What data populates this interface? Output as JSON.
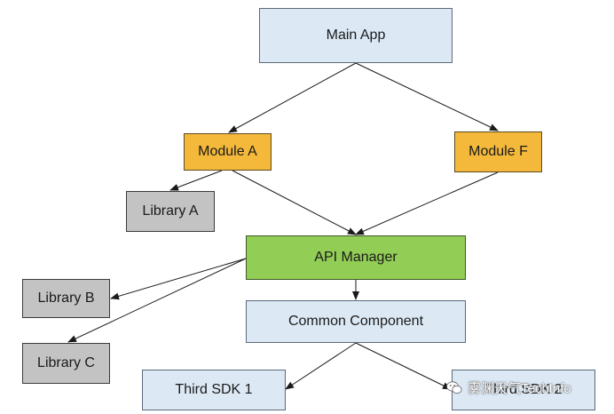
{
  "nodes": {
    "main_app": "Main App",
    "module_a": "Module A",
    "module_f": "Module F",
    "library_a": "Library A",
    "api_manager": "API Manager",
    "library_b": "Library B",
    "common_component": "Common Component",
    "library_c": "Library C",
    "third_sdk_1": "Third SDK 1",
    "third_sdk_2": "Third SDK 2"
  },
  "watermark": {
    "text": "雾渊天气TechInfo",
    "icon": "wechat-icon"
  },
  "colors": {
    "app_and_components": "#dce9f5",
    "modules": "#f4b93b",
    "api_manager": "#92cd56",
    "libraries": "#c3c3c3",
    "edges": "#1a1a1a"
  }
}
